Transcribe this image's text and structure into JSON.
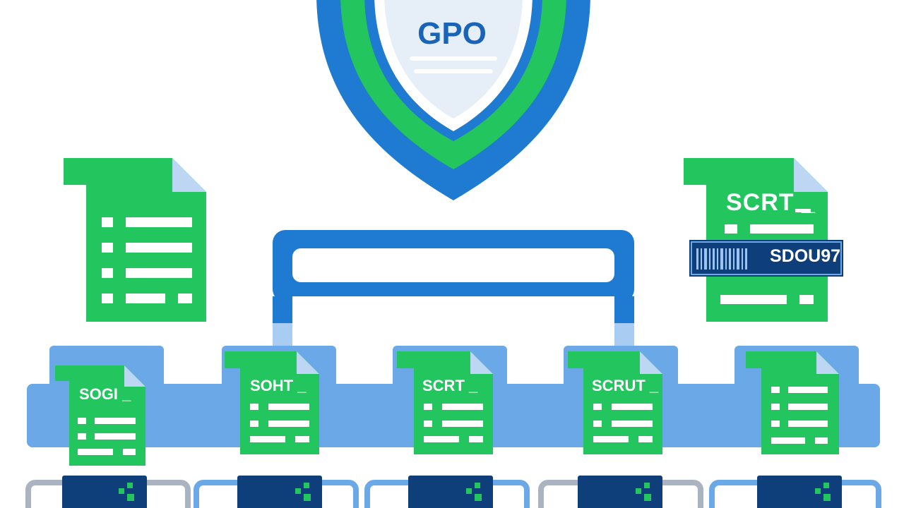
{
  "shield": {
    "label": "GPO",
    "colors": {
      "outer": "#1f7ad1",
      "middle": "#22c55e",
      "inner": "#e6eef8"
    }
  },
  "top_right_doc": {
    "title": "SCRT _",
    "badge_text": "SDOU97"
  },
  "folder_docs": [
    {
      "title": "SOGI _"
    },
    {
      "title": "SOHT _"
    },
    {
      "title": "SCRT _"
    },
    {
      "title": "SCRUT _"
    },
    {
      "title": ""
    }
  ],
  "colors": {
    "green": "#22c55e",
    "blue": "#1f7ad1",
    "light_blue": "#6aa8e8",
    "navy": "#0e3f7a"
  }
}
